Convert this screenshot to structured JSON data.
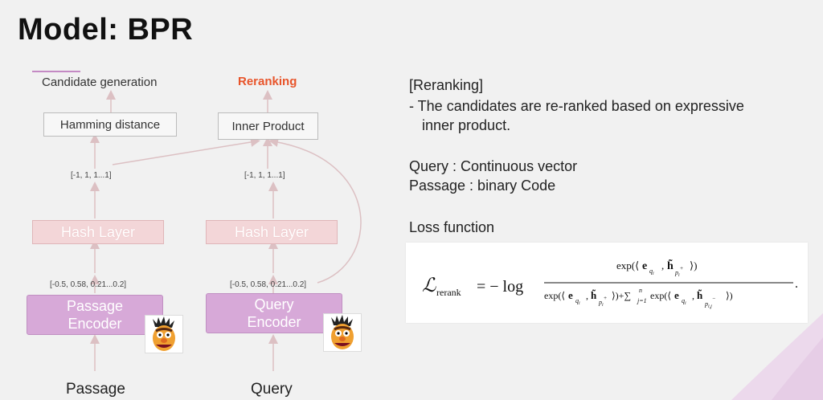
{
  "slide": {
    "title": "Model: BPR",
    "left": {
      "candidate_generation": "Candidate generation",
      "reranking": "Reranking",
      "hamming_distance": "Hamming distance",
      "inner_product": "Inner Product",
      "passage_binary_vec": "[-1, 1, 1...1]",
      "query_binary_vec": "[-1, 1, 1...1]",
      "passage_hash_layer": "Hash Layer",
      "query_hash_layer": "Hash Layer",
      "passage_cont_vec": "[-0.5, 0.58, 0.21...0.2]",
      "query_cont_vec": "[-0.5, 0.58, 0.21...0.2]",
      "passage_encoder_line1": "Passage",
      "passage_encoder_line2": "Encoder",
      "query_encoder_line1": "Query",
      "query_encoder_line2": "Encoder",
      "passage_input": "Passage",
      "query_input": "Query"
    },
    "right": {
      "heading": "[Reranking]",
      "desc_line1": "- The candidates are re-ranked based on expressive",
      "desc_line2": "inner product.",
      "query_line": "Query : Continuous vector",
      "passage_line": "Passage : binary Code",
      "loss_heading": "Loss function"
    },
    "formula": {
      "lhs": "ℒ",
      "lhs_sub": "rerank",
      "eq": "= − log",
      "numerator": "exp(⟨e_{q_i}, h̃_{p_i^+}⟩)",
      "denominator": "exp(⟨e_{q_i}, h̃_{p_i^+}⟩)+∑_{j=1}^{n} exp(⟨e_{q_i}, h̃_{p_{i,j}^-}⟩)"
    },
    "colors": {
      "accent": "#e8542a",
      "hash_fill": "#f3d6d8",
      "encoder_fill": "#d7a9d8",
      "arrow": "#d9b9bc"
    },
    "icons": [
      "bert-mascot-icon",
      "bert-mascot-icon"
    ]
  }
}
